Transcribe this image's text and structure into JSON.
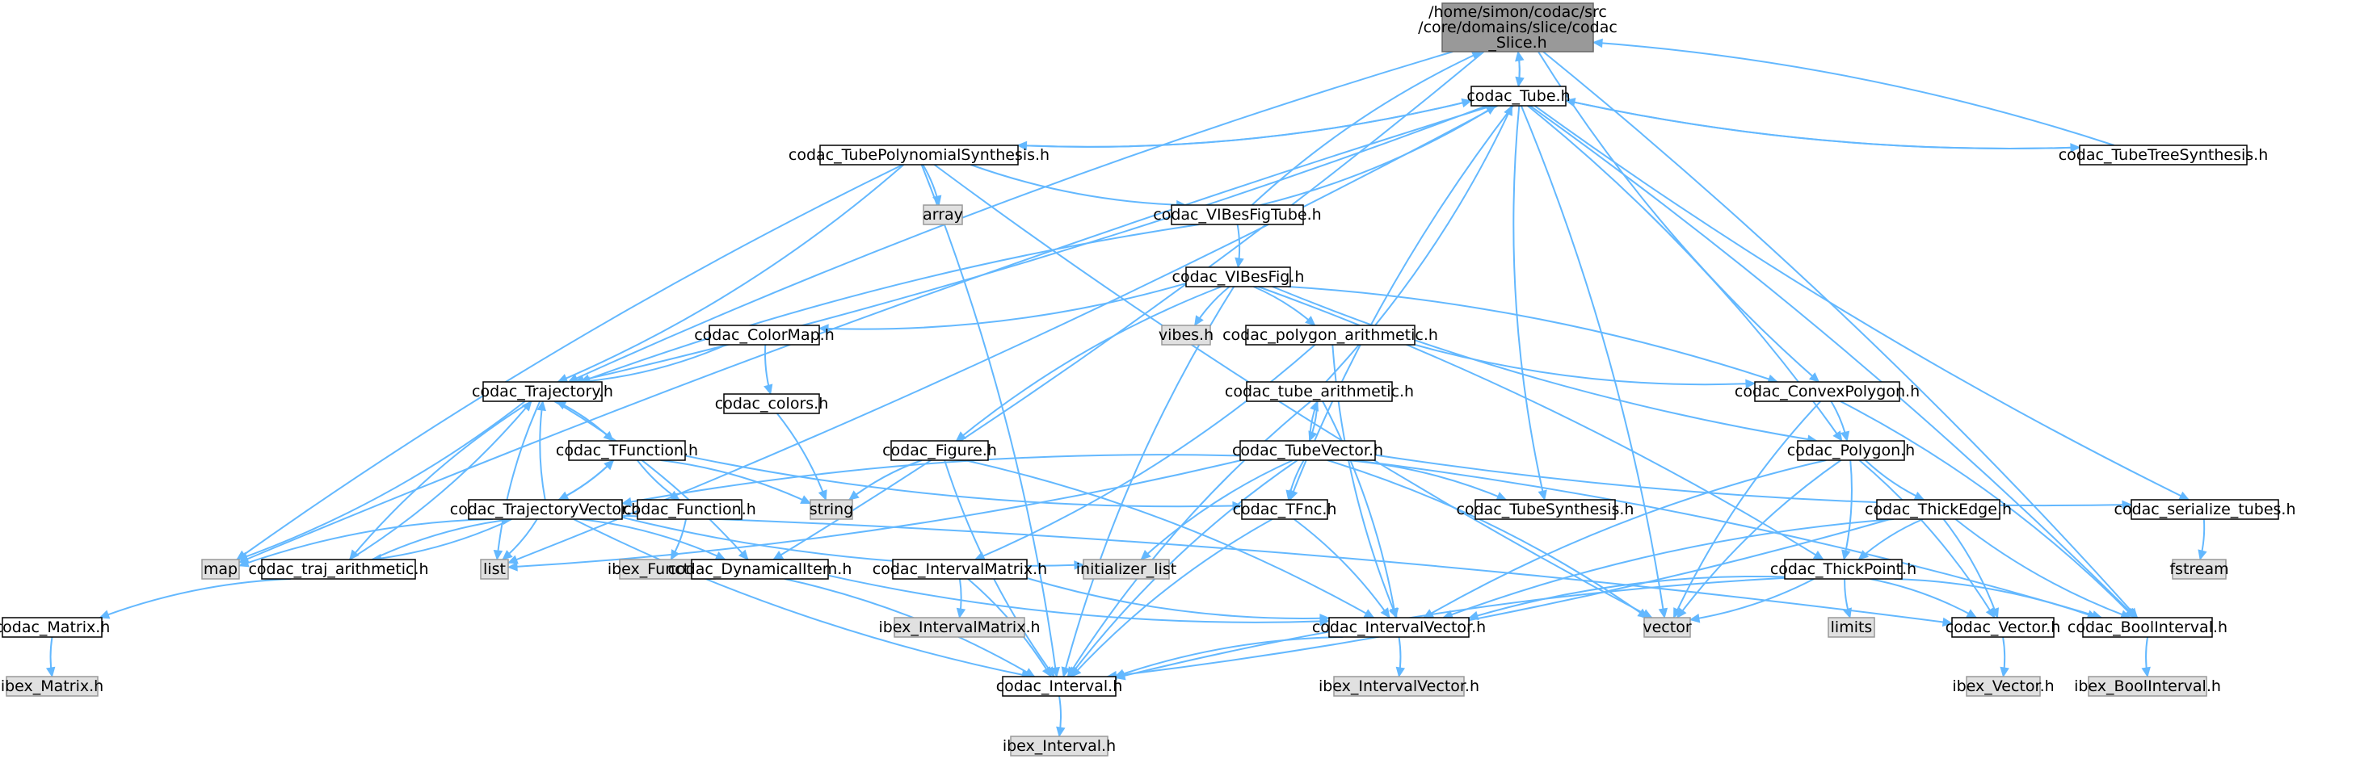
{
  "colors": {
    "edge": "#63b8ff",
    "node_border": "#000000",
    "node_fill": "#ffffff",
    "external_fill": "#e0e0e0",
    "external_border": "#999999",
    "root_fill": "#999999",
    "text": "#000000"
  },
  "nodes": [
    {
      "id": "slice",
      "label": "/home/simon/codac/src\n/core/domains/slice/codac\n_Slice.h",
      "kind": "root"
    },
    {
      "id": "tube",
      "label": "codac_Tube.h",
      "kind": "header"
    },
    {
      "id": "tps",
      "label": "codac_TubePolynomialSynthesis.h",
      "kind": "header"
    },
    {
      "id": "tts",
      "label": "codac_TubeTreeSynthesis.h",
      "kind": "header"
    },
    {
      "id": "array",
      "label": "array",
      "kind": "external"
    },
    {
      "id": "vibestube",
      "label": "codac_VIBesFigTube.h",
      "kind": "header"
    },
    {
      "id": "vibesfig",
      "label": "codac_VIBesFig.h",
      "kind": "header"
    },
    {
      "id": "colormap",
      "label": "codac_ColorMap.h",
      "kind": "header"
    },
    {
      "id": "vibesh",
      "label": "vibes.h",
      "kind": "external"
    },
    {
      "id": "polyarith",
      "label": "codac_polygon_arithmetic.h",
      "kind": "header"
    },
    {
      "id": "traj",
      "label": "codac_Trajectory.h",
      "kind": "header"
    },
    {
      "id": "colors",
      "label": "codac_colors.h",
      "kind": "header"
    },
    {
      "id": "tubearith",
      "label": "codac_tube_arithmetic.h",
      "kind": "header"
    },
    {
      "id": "convexpoly",
      "label": "codac_ConvexPolygon.h",
      "kind": "header"
    },
    {
      "id": "tfunction",
      "label": "codac_TFunction.h",
      "kind": "header"
    },
    {
      "id": "figure",
      "label": "codac_Figure.h",
      "kind": "header"
    },
    {
      "id": "tubevector",
      "label": "codac_TubeVector.h",
      "kind": "header"
    },
    {
      "id": "polygon",
      "label": "codac_Polygon.h",
      "kind": "header"
    },
    {
      "id": "trajvector",
      "label": "codac_TrajectoryVector.h",
      "kind": "header"
    },
    {
      "id": "function",
      "label": "codac_Function.h",
      "kind": "header"
    },
    {
      "id": "string",
      "label": "string",
      "kind": "external"
    },
    {
      "id": "tfnc",
      "label": "codac_TFnc.h",
      "kind": "header"
    },
    {
      "id": "tubesynth",
      "label": "codac_TubeSynthesis.h",
      "kind": "header"
    },
    {
      "id": "thickedge",
      "label": "codac_ThickEdge.h",
      "kind": "header"
    },
    {
      "id": "serialize",
      "label": "codac_serialize_tubes.h",
      "kind": "header"
    },
    {
      "id": "map",
      "label": "map",
      "kind": "external"
    },
    {
      "id": "trajarith",
      "label": "codac_traj_arithmetic.h",
      "kind": "header"
    },
    {
      "id": "list",
      "label": "list",
      "kind": "external"
    },
    {
      "id": "ibexfunc",
      "label": "ibex_Function.h",
      "kind": "external"
    },
    {
      "id": "dynitem",
      "label": "codac_DynamicalItem.h",
      "kind": "header"
    },
    {
      "id": "intmatrix",
      "label": "codac_IntervalMatrix.h",
      "kind": "header"
    },
    {
      "id": "initlist",
      "label": "initializer_list",
      "kind": "external"
    },
    {
      "id": "thickpoint",
      "label": "codac_ThickPoint.h",
      "kind": "header"
    },
    {
      "id": "fstream",
      "label": "fstream",
      "kind": "external"
    },
    {
      "id": "matrix",
      "label": "codac_Matrix.h",
      "kind": "header"
    },
    {
      "id": "ibexintmatrix",
      "label": "ibex_IntervalMatrix.h",
      "kind": "external"
    },
    {
      "id": "intvector",
      "label": "codac_IntervalVector.h",
      "kind": "header"
    },
    {
      "id": "vector",
      "label": "vector",
      "kind": "external"
    },
    {
      "id": "limits",
      "label": "limits",
      "kind": "external"
    },
    {
      "id": "vectorh",
      "label": "codac_Vector.h",
      "kind": "header"
    },
    {
      "id": "boolint",
      "label": "codac_BoolInterval.h",
      "kind": "header"
    },
    {
      "id": "ibexmatrix",
      "label": "ibex_Matrix.h",
      "kind": "external"
    },
    {
      "id": "interval",
      "label": "codac_Interval.h",
      "kind": "header"
    },
    {
      "id": "ibexintvector",
      "label": "ibex_IntervalVector.h",
      "kind": "external"
    },
    {
      "id": "ibexvector",
      "label": "ibex_Vector.h",
      "kind": "external"
    },
    {
      "id": "ibexboolint",
      "label": "ibex_BoolInterval.h",
      "kind": "external"
    },
    {
      "id": "ibexint",
      "label": "ibex_Interval.h",
      "kind": "external"
    }
  ],
  "edges": [
    [
      "slice",
      "tube"
    ],
    [
      "slice",
      "traj"
    ],
    [
      "slice",
      "dynitem"
    ],
    [
      "slice",
      "convexpoly"
    ],
    [
      "slice",
      "boolint"
    ],
    [
      "tube",
      "slice"
    ],
    [
      "tube",
      "tps"
    ],
    [
      "tube",
      "tts"
    ],
    [
      "tube",
      "traj"
    ],
    [
      "tube",
      "map"
    ],
    [
      "tube",
      "list"
    ],
    [
      "tube",
      "tfnc"
    ],
    [
      "tube",
      "vector"
    ],
    [
      "tube",
      "tubesynth"
    ],
    [
      "tube",
      "polygon"
    ],
    [
      "tube",
      "serialize"
    ],
    [
      "tube",
      "boolint"
    ],
    [
      "tps",
      "tube"
    ],
    [
      "tps",
      "array"
    ],
    [
      "tps",
      "vibestube"
    ],
    [
      "tps",
      "traj"
    ],
    [
      "tps",
      "map"
    ],
    [
      "tps",
      "interval"
    ],
    [
      "tps",
      "vector"
    ],
    [
      "tts",
      "tube"
    ],
    [
      "tts",
      "slice"
    ],
    [
      "vibestube",
      "vibesfig"
    ],
    [
      "vibestube",
      "tube"
    ],
    [
      "vibestube",
      "slice"
    ],
    [
      "vibestube",
      "traj"
    ],
    [
      "vibesfig",
      "colormap"
    ],
    [
      "vibesfig",
      "vibesh"
    ],
    [
      "vibesfig",
      "polyarith"
    ],
    [
      "vibesfig",
      "figure"
    ],
    [
      "vibesfig",
      "convexpoly"
    ],
    [
      "vibesfig",
      "polygon"
    ],
    [
      "vibesfig",
      "thickpoint"
    ],
    [
      "vibesfig",
      "interval"
    ],
    [
      "colormap",
      "traj"
    ],
    [
      "colormap",
      "colors"
    ],
    [
      "colors",
      "string"
    ],
    [
      "polyarith",
      "convexpoly"
    ],
    [
      "polyarith",
      "intmatrix"
    ],
    [
      "polyarith",
      "intvector"
    ],
    [
      "traj",
      "tfunction"
    ],
    [
      "traj",
      "trajarith"
    ],
    [
      "traj",
      "map"
    ],
    [
      "traj",
      "list"
    ],
    [
      "traj",
      "dynitem"
    ],
    [
      "tubearith",
      "tube"
    ],
    [
      "tubearith",
      "tubevector"
    ],
    [
      "tubearith",
      "interval"
    ],
    [
      "tubearith",
      "intvector"
    ],
    [
      "tfunction",
      "traj"
    ],
    [
      "tfunction",
      "trajvector"
    ],
    [
      "tfunction",
      "function"
    ],
    [
      "tfunction",
      "string"
    ],
    [
      "tfunction",
      "tfnc"
    ],
    [
      "function",
      "ibexfunc"
    ],
    [
      "figure",
      "string"
    ],
    [
      "figure",
      "intvector"
    ],
    [
      "figure",
      "interval"
    ],
    [
      "tubevector",
      "tubearith"
    ],
    [
      "tubevector",
      "tfnc"
    ],
    [
      "tubevector",
      "tubesynth"
    ],
    [
      "tubevector",
      "trajvector"
    ],
    [
      "tubevector",
      "list"
    ],
    [
      "tubevector",
      "initlist"
    ],
    [
      "tubevector",
      "vector"
    ],
    [
      "tubevector",
      "serialize"
    ],
    [
      "tubevector",
      "boolint"
    ],
    [
      "tubevector",
      "interval"
    ],
    [
      "convexpoly",
      "polygon"
    ],
    [
      "convexpoly",
      "vector"
    ],
    [
      "convexpoly",
      "boolint"
    ],
    [
      "polygon",
      "thickedge"
    ],
    [
      "polygon",
      "thickpoint"
    ],
    [
      "polygon",
      "intvector"
    ],
    [
      "polygon",
      "vectorh"
    ],
    [
      "polygon",
      "vector"
    ],
    [
      "trajvector",
      "traj"
    ],
    [
      "trajvector",
      "tfunction"
    ],
    [
      "trajvector",
      "trajarith"
    ],
    [
      "trajvector",
      "map"
    ],
    [
      "trajvector",
      "list"
    ],
    [
      "trajvector",
      "initlist"
    ],
    [
      "trajvector",
      "dynitem"
    ],
    [
      "trajvector",
      "interval"
    ],
    [
      "trajvector",
      "vectorh"
    ],
    [
      "trajarith",
      "traj"
    ],
    [
      "trajarith",
      "trajvector"
    ],
    [
      "trajarith",
      "matrix"
    ],
    [
      "tfnc",
      "intvector"
    ],
    [
      "tfnc",
      "interval"
    ],
    [
      "serialize",
      "fstream"
    ],
    [
      "thickedge",
      "thickpoint"
    ],
    [
      "thickedge",
      "vectorh"
    ],
    [
      "thickedge",
      "boolint"
    ],
    [
      "thickedge",
      "interval"
    ],
    [
      "thickedge",
      "intvector"
    ],
    [
      "thickpoint",
      "vectorh"
    ],
    [
      "thickpoint",
      "intvector"
    ],
    [
      "thickpoint",
      "vector"
    ],
    [
      "thickpoint",
      "limits"
    ],
    [
      "thickpoint",
      "boolint"
    ],
    [
      "thickpoint",
      "interval"
    ],
    [
      "dynitem",
      "interval"
    ],
    [
      "dynitem",
      "intvector"
    ],
    [
      "intmatrix",
      "ibexintmatrix"
    ],
    [
      "intmatrix",
      "intvector"
    ],
    [
      "intmatrix",
      "interval"
    ],
    [
      "matrix",
      "ibexmatrix"
    ],
    [
      "intvector",
      "ibexintvector"
    ],
    [
      "intvector",
      "interval"
    ],
    [
      "vectorh",
      "ibexvector"
    ],
    [
      "boolint",
      "ibexboolint"
    ],
    [
      "interval",
      "ibexint"
    ]
  ]
}
